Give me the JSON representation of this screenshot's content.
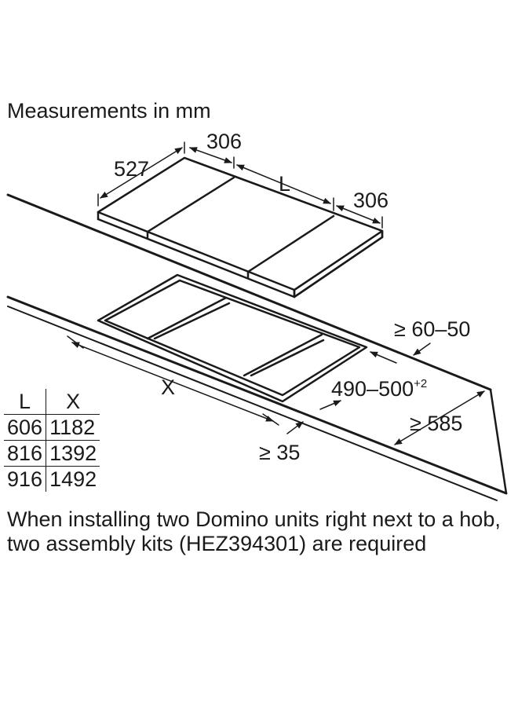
{
  "heading": "Measurements in mm",
  "dimensions": {
    "depth": "527",
    "left_module_width": "306",
    "length_label": "L",
    "right_module_width": "306",
    "cutout_length_label": "X",
    "cutout_depth": "490–500",
    "cutout_depth_tolerance": "+2",
    "worktop_thickness": "≥ 60–50",
    "front_distance": "≥ 35",
    "worktop_depth": "≥ 585"
  },
  "table": {
    "headers": [
      "L",
      "X"
    ],
    "rows": [
      [
        "606",
        "1182"
      ],
      [
        "816",
        "1392"
      ],
      [
        "916",
        "1492"
      ]
    ]
  },
  "note": "When installing two Domino units right next to a hob, two assembly kits (HEZ394301) are required"
}
